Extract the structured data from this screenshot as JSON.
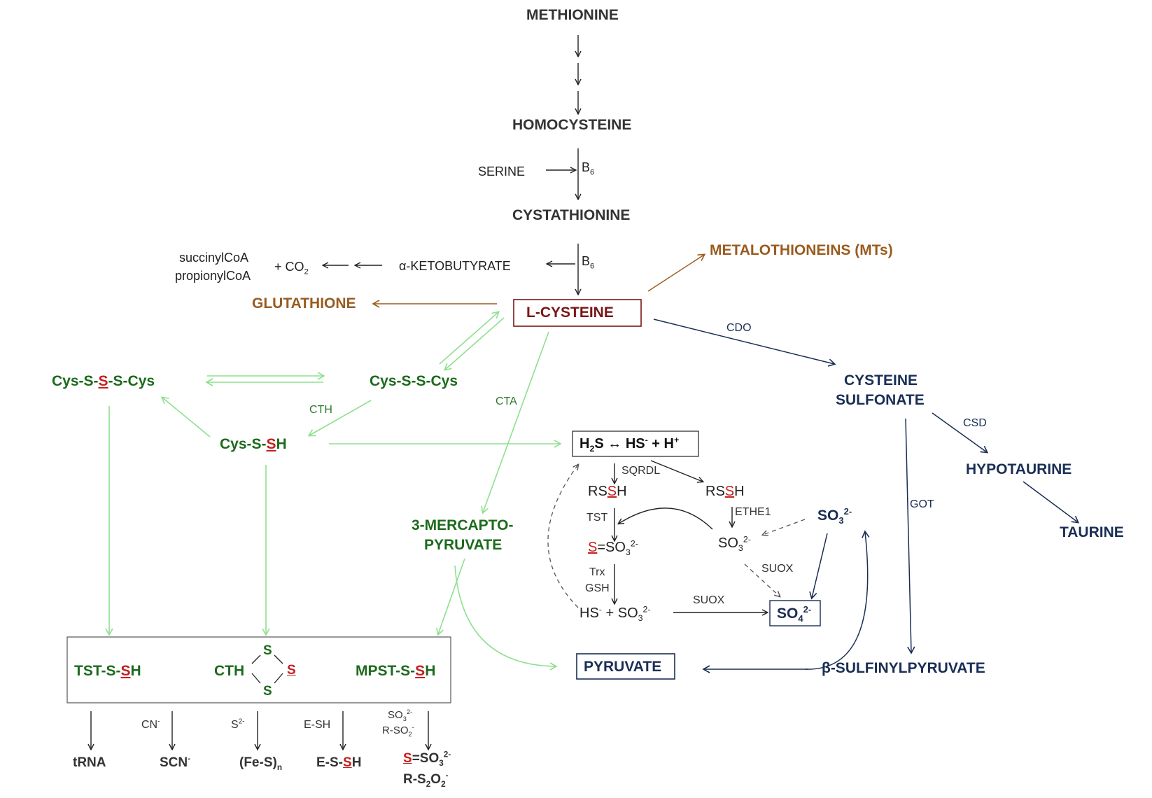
{
  "nodes": {
    "methionine": "METHIONINE",
    "homocysteine": "HOMOCYSTEINE",
    "serine": "SERINE",
    "b6_first": {
      "main": "B",
      "sub": "6"
    },
    "cystathionine": "CYSTATHIONINE",
    "b6_second": {
      "main": "B",
      "sub": "6"
    },
    "alpha_ketobutyrate": "α-KETOBUTYRATE",
    "co2": {
      "main": "+ CO",
      "sub": "2"
    },
    "succinylcoa": "succinylCoA",
    "propionylcoa": "propionylCoA",
    "metalothioneins": "METALOTHIONEINS (MTs)",
    "glutathione": "GLUTATHIONE",
    "l_cysteine": "L-CYSTEINE",
    "cysteine_sulfonate_line1": "CYSTEINE",
    "cysteine_sulfonate_line2": "SULFONATE",
    "hypotaurine": "HYPOTAURINE",
    "taurine": "TAURINE",
    "beta_sulfinylpyruvate": "β-SULFINYLPYRUVATE",
    "pyruvate": "PYRUVATE",
    "mercaptopyruvate_line1": "3-MERCAPTO-",
    "mercaptopyruvate_line2": "PYRUVATE",
    "cys_s_s_s_cys": {
      "a": "Cys-S-",
      "b": "S",
      "c": "-S-Cys"
    },
    "cys_s_s_cys": "Cys-S-S-Cys",
    "cys_s_sh": {
      "a": "Cys-S-",
      "b": "S",
      "c": "H"
    },
    "h2s_box": {
      "a": "H",
      "b": "2",
      "c": "S ↔ HS",
      "d": "-",
      "e": " + H",
      "f": "+"
    },
    "rssh_left": {
      "a": "RS",
      "b": "S",
      "c": "H"
    },
    "rssh_right": {
      "a": "RS",
      "b": "S",
      "c": "H"
    },
    "thiosulfate": {
      "a": "S",
      "b": "=SO",
      "c": "3",
      "d": "2-"
    },
    "sulfite_mid": {
      "a": "SO",
      "b": "3",
      "c": "2-"
    },
    "sulfite_right": {
      "a": "SO",
      "b": "3",
      "c": "2-"
    },
    "hs_so3": {
      "a": "HS",
      "b": "-",
      "c": " + SO",
      "d": "3",
      "e": "2-"
    },
    "sulfate": {
      "a": "SO",
      "b": "4",
      "c": "2-"
    },
    "tst_s_sh": {
      "a": "TST-S-",
      "b": "S",
      "c": "H"
    },
    "cth_label": "CTH",
    "ring_s_top": "S",
    "ring_s_right": "S",
    "ring_s_bottom": "S",
    "mpst_s_sh": {
      "a": "MPST-S-",
      "b": "S",
      "c": "H"
    },
    "cn_minus": {
      "a": "CN",
      "b": "-"
    },
    "s_2minus": {
      "a": "S",
      "b": "2-"
    },
    "e_sh": "E-SH",
    "so3_small": {
      "a": "SO",
      "b": "3",
      "c": "2-"
    },
    "r_so2_small": {
      "a": "R-SO",
      "b": "2",
      "c": "-"
    },
    "trna": "tRNA",
    "scn": {
      "a": "SCN",
      "b": "-"
    },
    "fes": {
      "a": "(Fe-S)",
      "b": "n"
    },
    "e_s_sh": {
      "a": "E-S-",
      "b": "S",
      "c": "H"
    },
    "out_thiosulfate": {
      "a": "S",
      "b": "=SO",
      "c": "3",
      "d": "2-"
    },
    "out_rs2o2": {
      "a": "R-S",
      "b": "2",
      "c": "O",
      "d": "2",
      "e": "-"
    }
  },
  "enzymes": {
    "cdo": "CDO",
    "csd": "CSD",
    "got": "GOT",
    "cth": "CTH",
    "cta": "CTA",
    "sqrdl": "SQRDL",
    "ethe1": "ETHE1",
    "tst": "TST",
    "trx": "Trx",
    "gsh": "GSH",
    "suox_upper": "SUOX",
    "suox_lower": "SUOX"
  },
  "colors": {
    "dark": "#333333",
    "brown": "#9a5b1f",
    "maroon": "#7a1616",
    "green_text": "#1c6a1c",
    "green_arrow": "#8ee08e",
    "navy": "#1a2e55",
    "red_sulfur": "#c42020"
  }
}
